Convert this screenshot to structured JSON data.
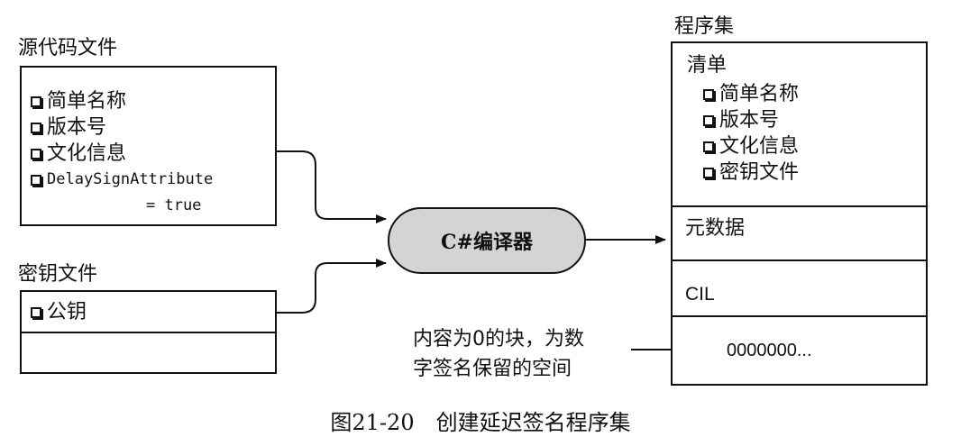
{
  "source_file": {
    "title": "源代码文件",
    "items": [
      "简单名称",
      "版本号",
      "文化信息",
      "DelaySignAttribute"
    ],
    "continuation": "= true"
  },
  "key_file": {
    "title": "密钥文件",
    "items": [
      "公钥"
    ]
  },
  "compiler": {
    "label": "C#编译器"
  },
  "assembly": {
    "title": "程序集",
    "manifest": {
      "title": "清单",
      "items": [
        "简单名称",
        "版本号",
        "文化信息",
        "密钥文件"
      ]
    },
    "metadata": "元数据",
    "cil": "CIL",
    "zeros": "0000000..."
  },
  "annotation": {
    "line1": "内容为0的块，为数",
    "line2": "字签名保留的空间"
  },
  "caption": "图21-20　创建延迟签名程序集",
  "colors": {
    "compiler_fill": "#d4d4d4",
    "stroke": "#111111"
  }
}
